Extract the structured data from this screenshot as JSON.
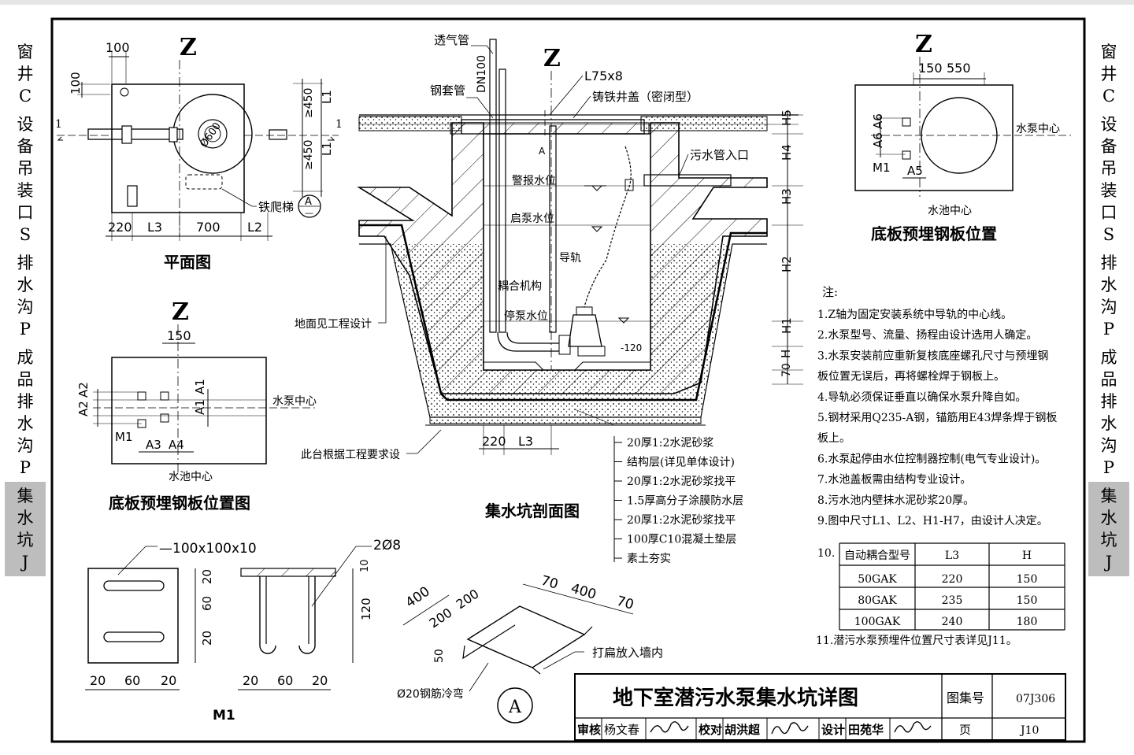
{
  "side_tabs": [
    {
      "chars": [
        "窗",
        "井",
        "C"
      ],
      "selected": false
    },
    {
      "chars": [
        "设",
        "备",
        "吊",
        "装",
        "口",
        "S"
      ],
      "selected": false
    },
    {
      "chars": [
        "排",
        "水",
        "沟",
        "P"
      ],
      "selected": false
    },
    {
      "chars": [
        "成",
        "品",
        "排",
        "水",
        "沟",
        "P"
      ],
      "selected": false
    },
    {
      "chars": [
        "集",
        "水",
        "坑",
        "J"
      ],
      "selected": true
    }
  ],
  "plan": {
    "z": "Z",
    "title": "平面图",
    "dims": {
      "d100_top": "100",
      "d100_left": "100",
      "d450a": "≥450",
      "d450b": "≥450",
      "l1a": "L1",
      "l1b": "L1",
      "d220": "220",
      "l3": "L3",
      "d700": "700",
      "l2": "L2",
      "dia": "Ø600",
      "sec1": "1",
      "sec2": "1"
    },
    "ladder": "铁爬梯",
    "tag": "A",
    "tag_sub": "—"
  },
  "plate1": {
    "z": "Z",
    "title": "底板预埋钢板位置图",
    "d150": "150",
    "a2a": "A2",
    "a2b": "A2",
    "a1a": "A1",
    "a1b": "A1",
    "m1": "M1",
    "a3": "A3",
    "a4": "A4",
    "pump_center": "水泵中心",
    "pool_center": "水池中心"
  },
  "section": {
    "z": "Z",
    "title": "集水坑剖面图",
    "labels": {
      "vent": "透气管",
      "dn": "DN100",
      "sleeve": "钢套管",
      "angle": "L75x8",
      "cover": "铸铁井盖（密闭型）",
      "inlet": "污水管入口",
      "alarm": "警报水位",
      "start": "启泵水位",
      "rail": "导轨",
      "coupling": "耦合机构",
      "stop": "停泵水位",
      "ground": "地面见工程设计",
      "platform": "此台根据工程要求设",
      "a": "A",
      "m120": "-120",
      "d220": "220",
      "l3": "L3"
    },
    "levels": [
      "H5",
      "H4",
      "H3",
      "H2",
      "H1",
      "H",
      "70"
    ],
    "layers": [
      "20厚1:2水泥砂浆",
      "结构层(详见单体设计)",
      "20厚1:2水泥砂浆找平",
      "1.5厚高分子涂膜防水层",
      "20厚1:2水泥砂浆找平",
      "100厚C10混凝土垫层",
      "素土夯实"
    ]
  },
  "plate2": {
    "z": "Z",
    "title": "底板预埋钢板位置",
    "d150": "150",
    "d550": "550",
    "a6a": "A6",
    "a6b": "A6",
    "m1": "M1",
    "a5": "A5",
    "pump_center": "水泵中心",
    "pool_center": "水池中心"
  },
  "notes": {
    "head": "注:",
    "items": [
      "1.Z轴为固定安装系统中导轨的中心线。",
      "2.水泵型号、流量、扬程由设计选用人确定。",
      "3.水泵安装前应重新复核底座螺孔尺寸与预埋钢",
      "   板位置无误后，再将螺栓焊于钢板上。",
      "4.导轨必须保证垂直以确保水泵升降自如。",
      "5.钢材采用Q235-A钢，锚筋用E43焊条焊于钢板",
      "   板上。",
      "6.水泵起停由水位控制器控制(电气专业设计)。",
      "7.水池盖板需由结构专业设计。",
      "8.污水池内壁抹水泥砂浆20厚。",
      "9.图中尺寸L1、L2、H1-H7，由设计人决定。"
    ],
    "n10": "10.",
    "table": {
      "headers": [
        "自动耦合型号",
        "L3",
        "H"
      ],
      "rows": [
        [
          "50GAK",
          "220",
          "150"
        ],
        [
          "80GAK",
          "235",
          "150"
        ],
        [
          "100GAK",
          "240",
          "180"
        ]
      ]
    },
    "n11": "11.潜污水泵预埋件位置尺寸表详见J11。"
  },
  "m1": {
    "label": "M1",
    "plate": "—100x100x10",
    "rebar": "2Ø8",
    "v20a": "20",
    "v60": "60",
    "v20b": "20",
    "h20a": "20",
    "h60": "60",
    "h20b": "20",
    "e10": "10",
    "e120": "120",
    "s20a": "20",
    "s60": "60",
    "s20b": "20"
  },
  "detail_a": {
    "tag": "A",
    "d70a": "70",
    "d400a": "400",
    "d70b": "70",
    "d400b": "400",
    "d200a": "200",
    "d200b": "200",
    "d50": "50",
    "bend": "Ø20钢筋冷弯",
    "flat": "打扁放入墙内"
  },
  "title_block": {
    "title": "地下室潜污水泵集水坑详图",
    "atlas_label": "图集号",
    "atlas": "07J306",
    "review": "审核",
    "reviewer": "杨文春",
    "check": "校对",
    "checker": "胡洪超",
    "design": "设计",
    "designer": "田苑华",
    "page_label": "页",
    "page": "J10"
  }
}
